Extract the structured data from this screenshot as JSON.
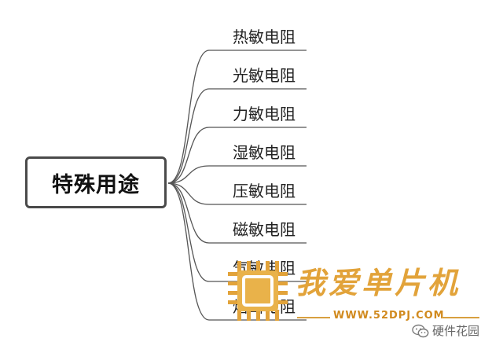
{
  "root": {
    "label": "特殊用途"
  },
  "branches": [
    {
      "label": "热敏电阻"
    },
    {
      "label": "光敏电阻"
    },
    {
      "label": "力敏电阻"
    },
    {
      "label": "湿敏电阻"
    },
    {
      "label": "压敏电阻"
    },
    {
      "label": "磁敏电阻"
    },
    {
      "label": "气敏电阻"
    },
    {
      "label": "熔断电阻"
    }
  ],
  "watermark": {
    "title": "我爱单片机",
    "url": "WWW.52DPJ.COM",
    "account": "硬件花园"
  },
  "colors": {
    "line": "#555555",
    "watermark": "#e2a33a"
  }
}
